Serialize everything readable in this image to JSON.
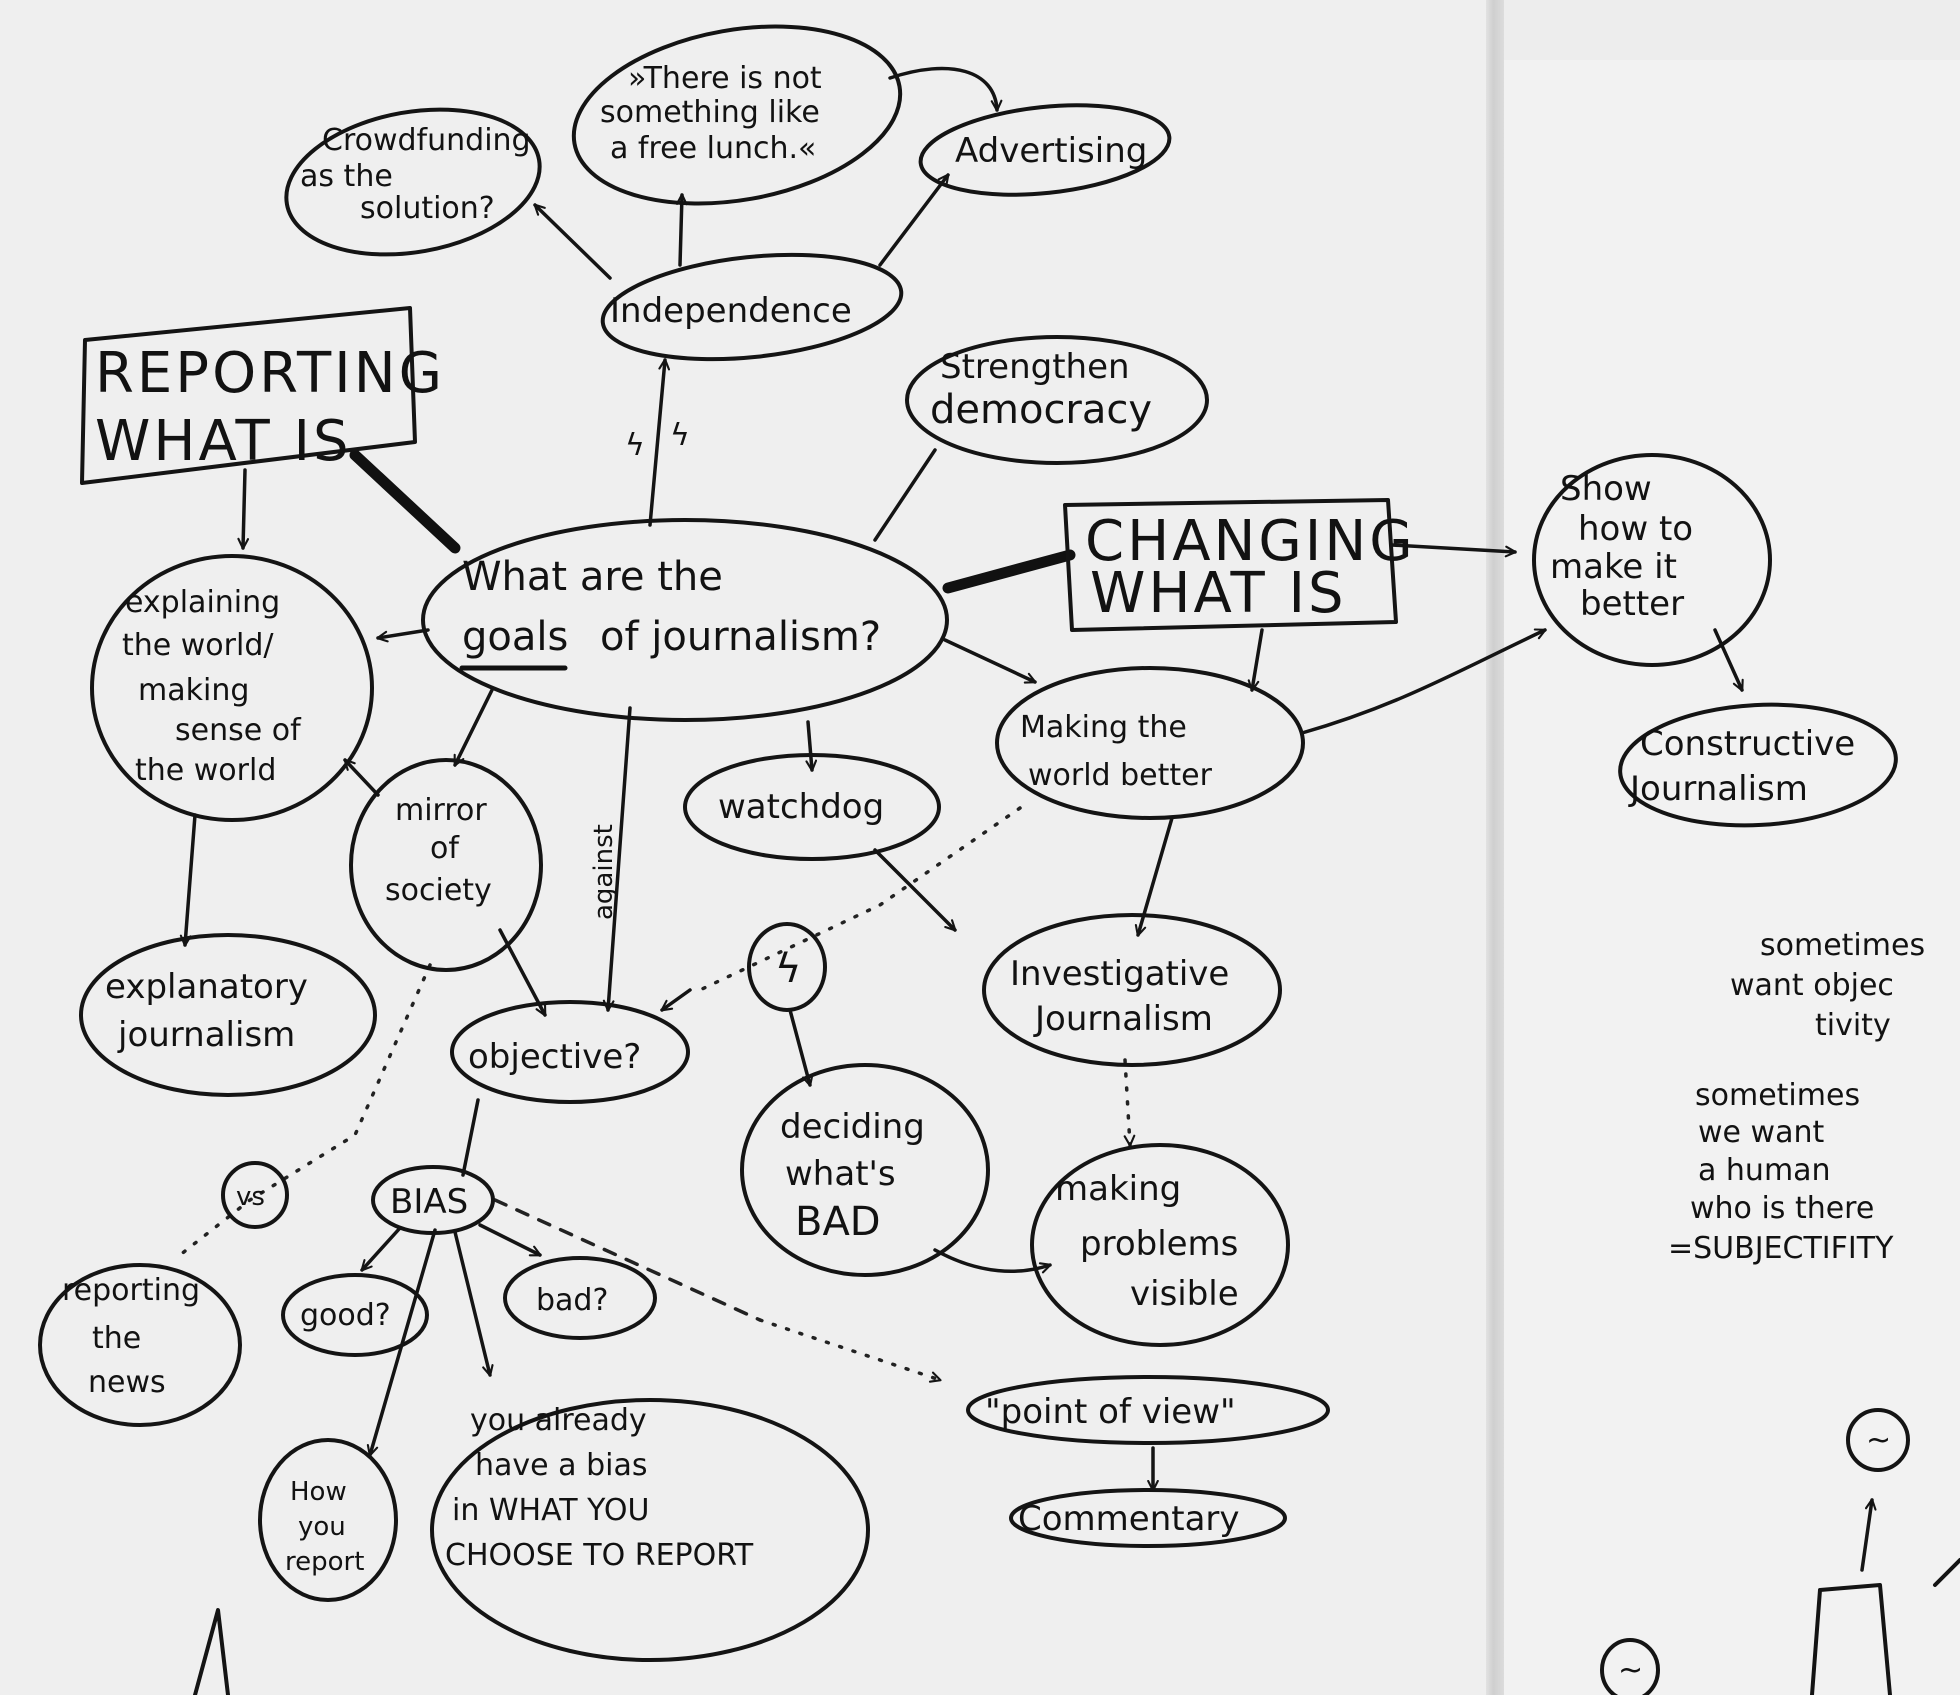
{
  "nodes": {
    "goals": {
      "line1": "What are the",
      "line2_underlined": "goals",
      "line2_rest": "of journalism?"
    },
    "reporting": {
      "line1": "REPORTING",
      "line2": "WHAT IS"
    },
    "changing": {
      "line1": "CHANGING",
      "line2": "WHAT IS"
    },
    "independence": {
      "label": "Independence"
    },
    "crowdfunding": {
      "line1": "Crowdfunding",
      "line2": "as the",
      "line3": "solution?"
    },
    "free_lunch": {
      "line1": "»There is not",
      "line2": "something like",
      "line3": "a free lunch.«"
    },
    "advertising": {
      "label": "Advertising"
    },
    "democracy": {
      "line1": "Strengthen",
      "line2": "democracy"
    },
    "show_better": {
      "line1": "Show",
      "line2": "how to",
      "line3": "make it",
      "line4": "better"
    },
    "constructive": {
      "line1": "Constructive",
      "line2": "Journalism"
    },
    "explaining": {
      "line1": "explaining",
      "line2": "the world/",
      "line3": "making",
      "line4": "sense of",
      "line5": "the world"
    },
    "explanatory": {
      "line1": "explanatory",
      "line2": "journalism"
    },
    "mirror": {
      "line1": "mirror",
      "line2": "of",
      "line3": "society"
    },
    "watchdog": {
      "label": "watchdog"
    },
    "making_better": {
      "line1": "Making the",
      "line2": "world better"
    },
    "lightning": {
      "symbol": "ϟ"
    },
    "investigative": {
      "line1": "Investigative",
      "line2": "Journalism"
    },
    "objective": {
      "label": "objective?"
    },
    "deciding_bad": {
      "line1": "deciding",
      "line2": "what's",
      "line3": "BAD"
    },
    "problems_visible": {
      "line1": "making",
      "line2": "problems",
      "line3": "visible"
    },
    "vs": {
      "label": "vs"
    },
    "reporting_news": {
      "line1": "reporting",
      "line2": "the",
      "line3": "news"
    },
    "bias": {
      "label": "BIAS"
    },
    "good": {
      "label": "good?"
    },
    "bad": {
      "label": "bad?"
    },
    "how_report": {
      "line1": "How",
      "line2": "you",
      "line3": "report"
    },
    "already_bias": {
      "line1": "you already",
      "line2": "have a bias",
      "line3": "in WHAT YOU",
      "line4": "CHOOSE TO REPORT"
    },
    "point_of_view": {
      "label": "\"point of view\""
    },
    "commentary": {
      "label": "Commentary"
    },
    "small_circle_1": {
      "symbol": "~"
    },
    "small_circle_2": {
      "symbol": "~"
    }
  },
  "edge_labels": {
    "against": "against",
    "lightning_mark": "ϟ"
  },
  "side_notes": {
    "line1": "sometimes",
    "line2": "want objec",
    "line3": "tivity",
    "line4": "sometimes",
    "line5": "we want",
    "line6": "a human",
    "line7": "who is there",
    "line8": "=SUBJECTIFITY"
  },
  "colors": {
    "ink": "#141414",
    "paper": "#efefef",
    "gutter": "#cfcfcf"
  }
}
